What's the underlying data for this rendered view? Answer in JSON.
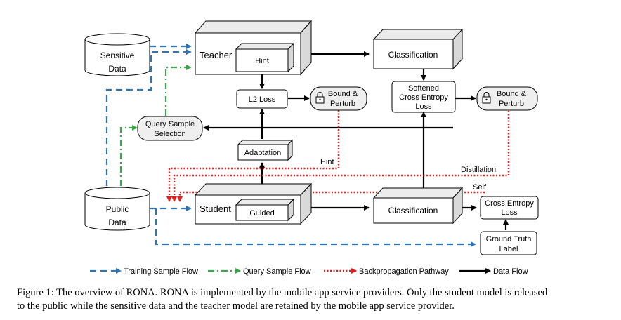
{
  "nodes": {
    "sensitive_data": [
      "Sensitive",
      "Data"
    ],
    "public_data": [
      "Public",
      "Data"
    ],
    "teacher": "Teacher",
    "hint_box": "Hint",
    "student": "Student",
    "guided_box": "Guided",
    "classification_top": "Classification",
    "classification_bottom": "Classification",
    "l2_loss": "L2 Loss",
    "bound_perturb_1": [
      "Bound &",
      "Perturb"
    ],
    "bound_perturb_2": [
      "Bound &",
      "Perturb"
    ],
    "softened_ce_loss": [
      "Softened",
      "Cross Entropy",
      "Loss"
    ],
    "query_sample_selection": [
      "Query Sample",
      "Selection"
    ],
    "adaptation": "Adaptation",
    "cross_entropy_loss": [
      "Cross Entropy",
      "Loss"
    ],
    "ground_truth_label": [
      "Ground Truth",
      "Label"
    ]
  },
  "edge_labels": {
    "hint": "Hint",
    "distillation": "Distillation",
    "self": "Self"
  },
  "legend": [
    {
      "label": "Training Sample Flow",
      "color": "#2e75b6"
    },
    {
      "label": "Query Sample Flow",
      "color": "#3aa84a"
    },
    {
      "label": "Backpropagation Pathway",
      "color": "#e02020"
    },
    {
      "label": "Data Flow",
      "color": "#000000"
    }
  ],
  "caption": {
    "lines": [
      "Figure 1: The overview of RONA. RONA is implemented by the mobile app service providers. Only the student model is released",
      "to the public while the sensitive data and the teacher model are retained by the mobile app service provider."
    ]
  }
}
